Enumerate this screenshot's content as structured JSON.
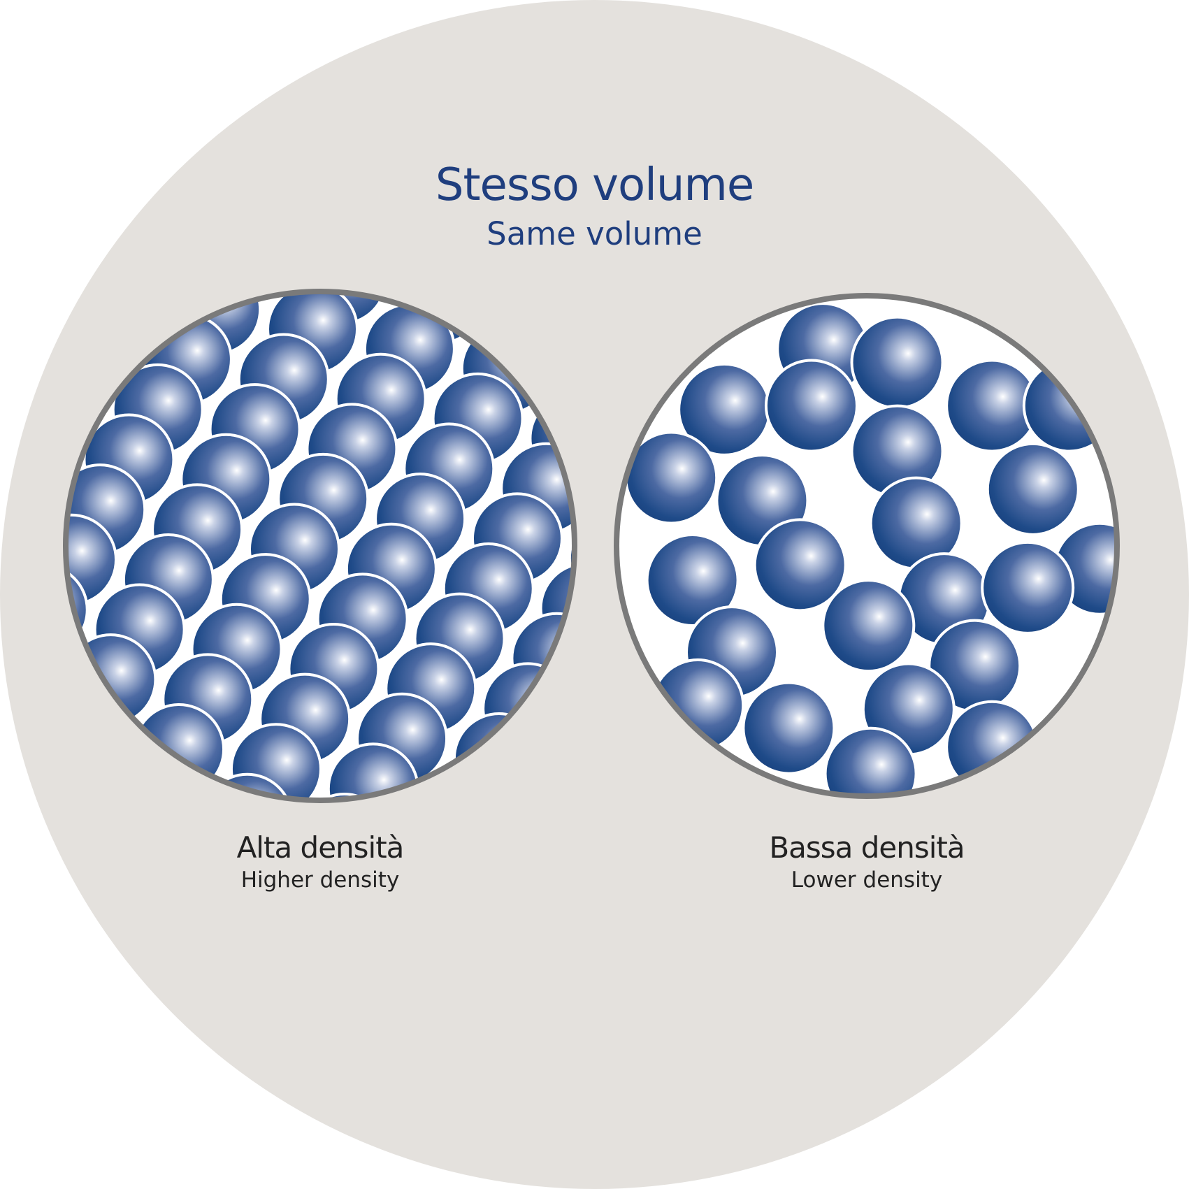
{
  "title": "Stesso volume",
  "subtitle": "Same volume",
  "left_panel": {
    "label": "Alta densità",
    "sublabel": "Higher density"
  },
  "right_panel": {
    "label": "Bassa densità",
    "sublabel": "Lower density"
  },
  "colors": {
    "background": "#e4e1dd",
    "sphere": "#1e4a88",
    "title": "#1f3e7e",
    "rim": "#7a7a7a"
  }
}
